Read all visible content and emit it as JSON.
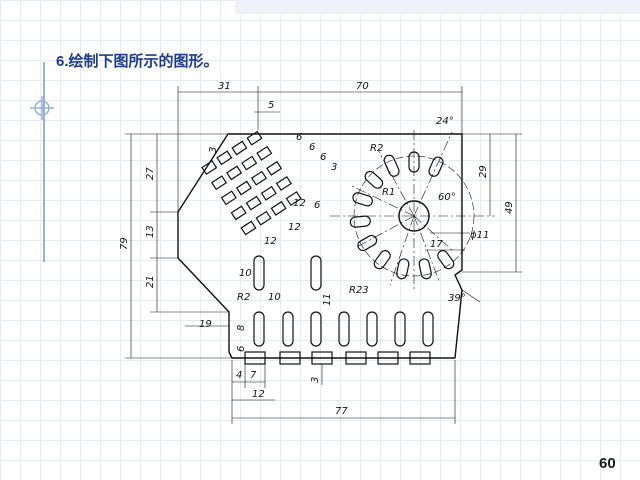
{
  "slide": {
    "title": "6.绘制下图所示的图形。",
    "page_number": "60"
  },
  "drawing": {
    "dimensions": {
      "d31": "31",
      "d70": "70",
      "d5": "5",
      "d3_top": "3",
      "d27": "27",
      "d13": "13",
      "d21": "21",
      "d79": "79",
      "d19": "19",
      "d6a": "6",
      "d6b": "6",
      "d6c": "6",
      "d3_diag": "3",
      "d6d": "6",
      "d12a": "12",
      "d12b": "12",
      "d12c": "12",
      "d24deg": "24°",
      "dR2_top": "R2",
      "dR1": "R1",
      "d60deg": "60°",
      "d29": "29",
      "d49": "49",
      "d17": "17",
      "dphi11": "ϕ11",
      "dR23": "R23",
      "d39deg": "39°",
      "d10a": "10",
      "dR2_left": "R2",
      "d10b": "10",
      "d11": "11",
      "d8": "8",
      "d6e": "6",
      "d4": "4",
      "d7": "7",
      "d3_bottom": "3",
      "d12_bottom": "12",
      "d77": "77"
    }
  }
}
